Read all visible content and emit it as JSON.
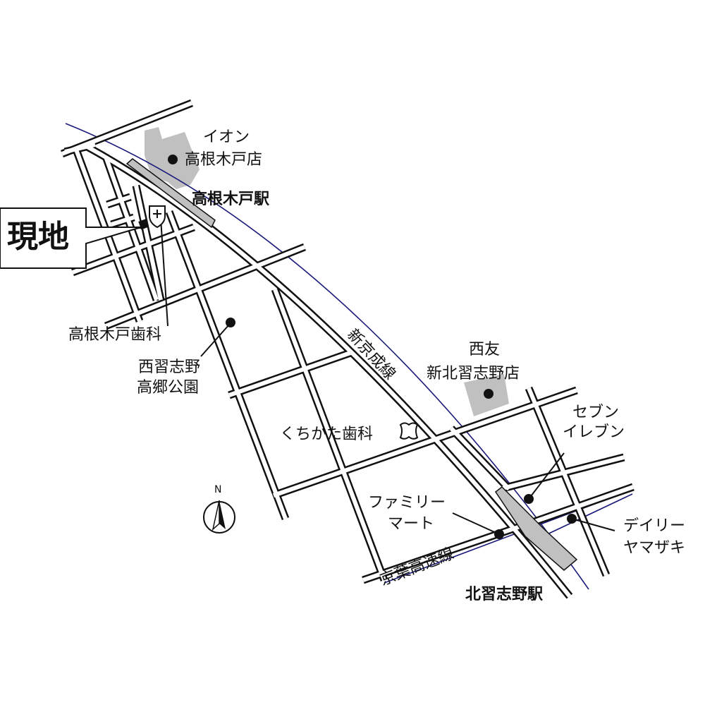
{
  "map": {
    "site_label": "現地",
    "compass_label": "N",
    "colors": {
      "rail": "#1a1a7a",
      "building": "#c0c0c0",
      "road": "#111111"
    },
    "stations": [
      {
        "name": "高根木戸駅"
      },
      {
        "name": "北習志野駅"
      }
    ],
    "railways": [
      {
        "name": "新京成線"
      },
      {
        "name": "京葉高速線"
      }
    ],
    "landmarks": [
      {
        "line1": "イオン",
        "line2": "高根木戸店",
        "icon": "dot"
      },
      {
        "line1": "高根木戸歯科",
        "icon": "hospital-shield"
      },
      {
        "line1": "西習志野",
        "line2": "高郷公園",
        "icon": "dot"
      },
      {
        "line1": "西友",
        "line2": "新北習志野店",
        "icon": "dot"
      },
      {
        "line1": "くちかた歯科",
        "icon": "tooth"
      },
      {
        "line1": "セブン",
        "line2": "イレブン",
        "icon": "dot"
      },
      {
        "line1": "ファミリー",
        "line2": "マート",
        "icon": "dot"
      },
      {
        "line1": "デイリー",
        "line2": "ヤマザキ",
        "icon": "dot"
      }
    ]
  }
}
